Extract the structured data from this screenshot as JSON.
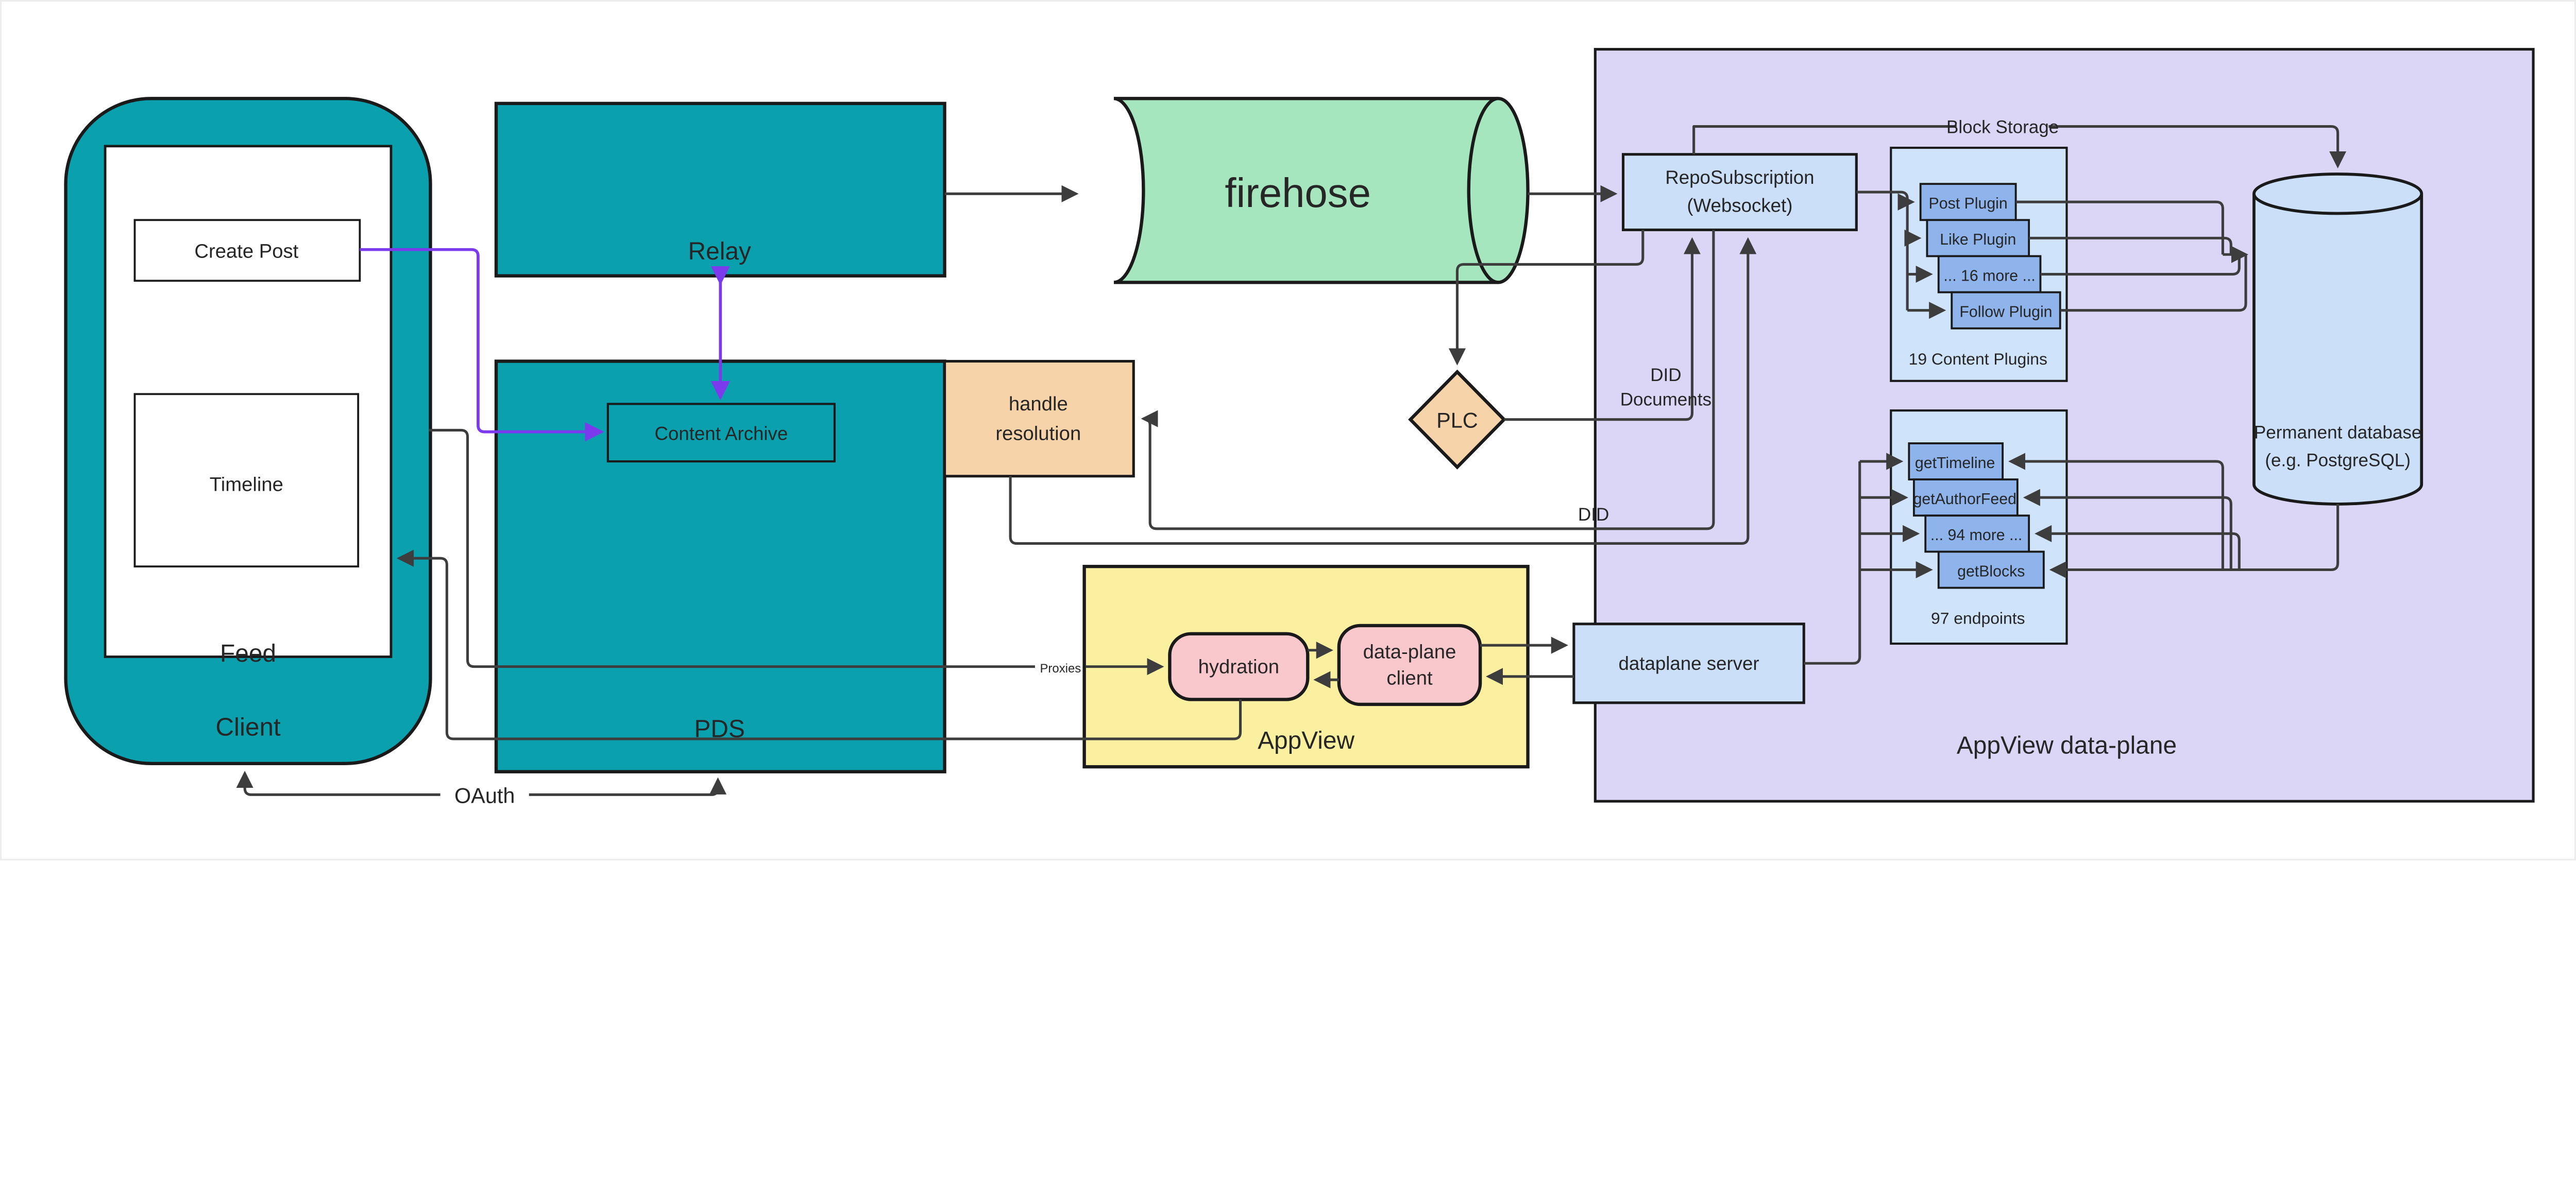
{
  "diagram": {
    "client": {
      "title": "Client",
      "screen_label": "Feed",
      "create_post": "Create Post",
      "timeline": "Timeline"
    },
    "relay": {
      "label": "Relay"
    },
    "firehose": {
      "label": "firehose"
    },
    "pds": {
      "label": "PDS",
      "content_archive": "Content Archive"
    },
    "handle_resolution": {
      "line1": "handle",
      "line2": "resolution"
    },
    "plc": {
      "label": "PLC"
    },
    "appview": {
      "label": "AppView",
      "hydration": "hydration",
      "dataplane_client_line1": "data-plane",
      "dataplane_client_line2": "client"
    },
    "dataplane_server": {
      "label": "dataplane server"
    },
    "appview_dataplane": {
      "label": "AppView data-plane",
      "repo_subscription_line1": "RepoSubscription",
      "repo_subscription_line2": "(Websocket)",
      "plugins": {
        "items": [
          "Post Plugin",
          "Like Plugin",
          "... 16 more ...",
          "Follow Plugin"
        ],
        "caption": "19 Content Plugins"
      },
      "endpoints": {
        "items": [
          "getTimeline",
          "getAuthorFeed",
          "... 94 more ...",
          "getBlocks"
        ],
        "caption": "97 endpoints"
      },
      "database_line1": "Permanent database",
      "database_line2": "(e.g. PostgreSQL)"
    },
    "edge_labels": {
      "block_storage": "Block Storage",
      "did_documents_line1": "DID",
      "did_documents_line2": "Documents",
      "did": "DID",
      "oauth": "OAuth",
      "proxies": "Proxies"
    },
    "colors": {
      "teal": "#0AA0AE",
      "green": "#A6E6BE",
      "peach": "#F6D3A9",
      "yellow": "#FAF0A0",
      "pink": "#F8C8CC",
      "lavender": "#DBD6F6",
      "blue_light": "#CBDFF8",
      "blue_panel": "#CFE3FB",
      "blue_item": "#8FB4EC",
      "purple": "#7C3AED",
      "white": "#FFFFFF"
    }
  }
}
